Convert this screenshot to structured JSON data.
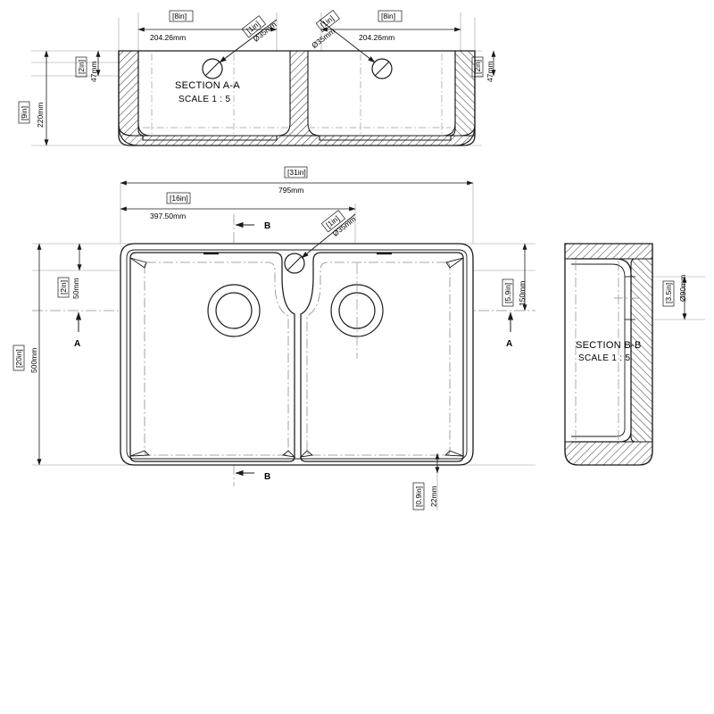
{
  "drawing": {
    "type": "engineering-drawing",
    "subject": "double bowl kitchen sink",
    "units_primary": "mm",
    "units_secondary": "in",
    "line_color": "#1a1a1a",
    "thin_color": "#888888",
    "background": "#ffffff"
  },
  "views": {
    "section_aa": {
      "title": "SECTION A-A",
      "scale": "SCALE 1 : 5",
      "dims": {
        "left_height_in": "[9in]",
        "left_height_mm": "220mm",
        "rim_left_in": "[2in]",
        "rim_left_mm": "47mm",
        "rim_right_in": "[2in]",
        "rim_right_mm": "47mm",
        "bowl_left_in": "[8in]",
        "bowl_left_mm": "204.26mm",
        "bowl_right_in": "[8in]",
        "bowl_right_mm": "204.26mm",
        "hole_left_in": "[1in]",
        "hole_left_mm": "Ø35mm",
        "hole_right_in": "[1in]",
        "hole_right_mm": "Ø35mm"
      }
    },
    "plan": {
      "dims": {
        "width_in": "[31in]",
        "width_mm": "795mm",
        "bowl_span_in": "[16in]",
        "bowl_span_mm": "397.50mm",
        "height_in": "[20in]",
        "height_mm": "500mm",
        "top_offset_in": "[2in]",
        "top_offset_mm": "50mm",
        "right_offset_in": "[5.9in]",
        "right_offset_mm": "150mm",
        "bottom_in": "[0.9in]",
        "bottom_mm": "22mm",
        "hole_in": "[1in]",
        "hole_mm": "Ø35mm"
      },
      "markers": {
        "section_a_left": "A",
        "section_a_right": "A",
        "section_b_top": "B",
        "section_b_bottom": "B"
      }
    },
    "section_bb": {
      "title": "SECTION B-B",
      "scale": "SCALE 1 : 5",
      "dims": {
        "drain_in": "[3.5in]",
        "drain_mm": "Ø90mm"
      }
    }
  }
}
